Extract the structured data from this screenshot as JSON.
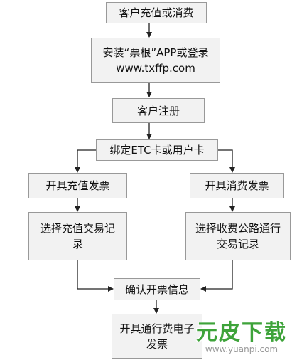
{
  "nodes": {
    "customer_action": "客户充值或消费",
    "install_app": "安装“票根”APP或登录www.txffp.com",
    "register": "客户注册",
    "bind_card": "绑定ETC卡或用户卡",
    "issue_recharge_invoice": "开具充值发票",
    "issue_consumption_invoice": "开具消费发票",
    "select_recharge_record": "选择充值交易记录",
    "select_toll_record": "选择收费公路通行交易记录",
    "confirm_invoice_info": "确认开票信息",
    "issue_toll_e_invoice": "开具通行费电子发票"
  },
  "watermark": {
    "brand": "元皮下载",
    "url": "www.yuanpi.com"
  },
  "colors": {
    "box_fill": "#f2f2f2",
    "box_border": "#999999",
    "connector": "#222222",
    "watermark_green": "#3ea33a"
  }
}
